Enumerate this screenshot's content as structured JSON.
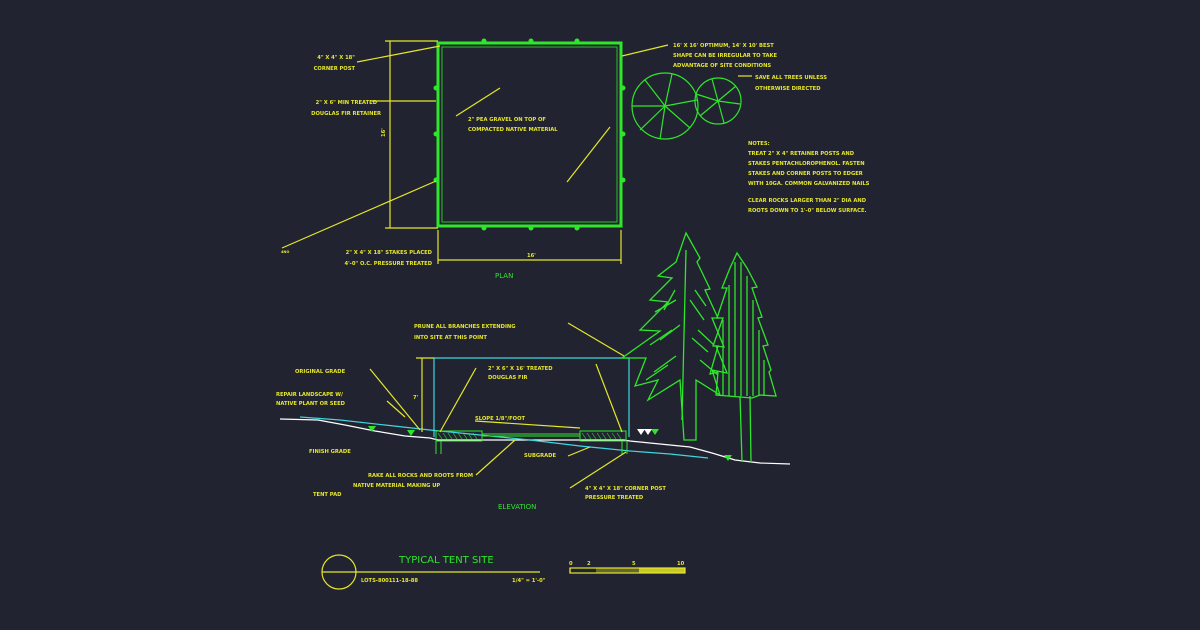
{
  "plan": {
    "label": "PLAN",
    "callouts": {
      "corner_post": [
        "4\" X 4\" X 18\"",
        "CORNER POST"
      ],
      "retainer": [
        "2\" X 6\" MIN TREATED",
        "DOUGLAS FIR RETAINER"
      ],
      "gravel": [
        "2\" PEA GRAVEL ON TOP OF",
        "COMPACTED NATIVE MATERIAL"
      ],
      "stakes": [
        "2\" X 4\" X 18\" STAKES PLACED",
        "4'-0\" O.C. PRESSURE TREATED"
      ],
      "size": [
        "16' X 16' OPTIMUM, 14' X 10' BEST",
        "SHAPE CAN BE IRREGULAR TO TAKE",
        "ADVANTAGE OF SITE CONDITIONS"
      ],
      "trees": [
        "SAVE ALL TREES UNLESS",
        "OTHERWISE DIRECTED"
      ]
    },
    "dim_vertical": "16'",
    "dim_horizontal": "16'",
    "small_label": "4NO"
  },
  "notes": [
    "NOTES:",
    "TREAT 2\" X 4\" RETAINER POSTS AND",
    "STAKES PENTACHLOROPHENOL. FASTEN",
    "STAKES AND CORNER POSTS TO EDGER",
    "WITH 10GA. COMMON GALVANIZED NAILS",
    "",
    "CLEAR ROCKS LARGER THAN 2\" DIA AND",
    "ROOTS DOWN TO 1'-0\" BELOW SURFACE."
  ],
  "elevation": {
    "label": "ELEVATION",
    "callouts": {
      "prune": [
        "PRUNE ALL BRANCHES EXTENDING",
        "INTO SITE AT THIS POINT"
      ],
      "original_grade": "ORIGINAL GRADE",
      "repair": [
        "REPAIR LANDSCAPE W/",
        "NATIVE PLANT OR SEED"
      ],
      "fir": [
        "2\" X 6\" X 16' TREATED",
        "DOUGLAS FIR"
      ],
      "slope": "SLOPE 1/8\"/FOOT",
      "finish_grade": "FINISH GRADE",
      "subgrade": "SUBGRADE",
      "rake": [
        "RAKE ALL ROCKS AND ROOTS FROM",
        "NATIVE MATERIAL MAKING UP"
      ],
      "tent_pad": "TENT PAD",
      "corner_post": [
        "4\" X 4\" X 18\" CORNER POST",
        "PRESSURE TREATED"
      ],
      "height": "7'"
    }
  },
  "title_block": {
    "title": "TYPICAL TENT SITE",
    "code": "LOTS-8001",
    "date": "11-18-88",
    "scale": "1/4\" = 1'-0\"",
    "scale_ticks": [
      "0",
      "2",
      "5",
      "10"
    ]
  },
  "colors": {
    "background": "#212430",
    "annotation": "#e6e62a",
    "geometry": "#2ee62a",
    "grade_line": "#3fd6e0"
  }
}
